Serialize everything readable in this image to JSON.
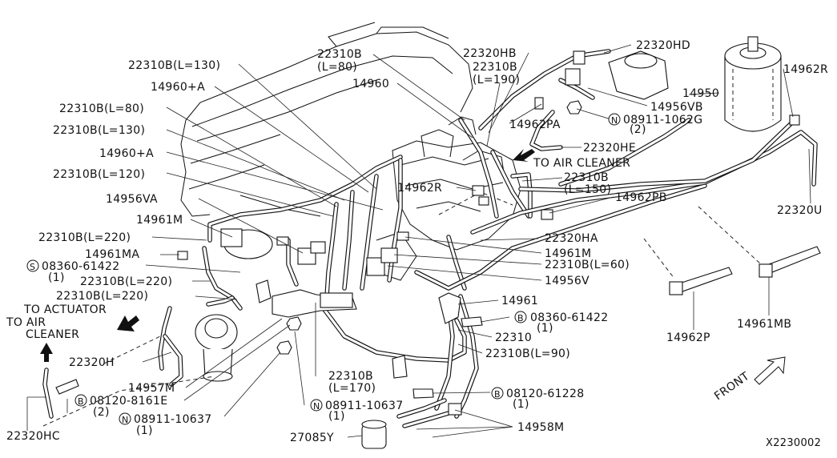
{
  "labels": {
    "l1": "22310B(L=130)",
    "l2": "14960+A",
    "l3": "22310B(L=80)",
    "l4": "22310B(L=130)",
    "l5": "14960+A",
    "l6": "22310B(L=120)",
    "l7": "14956VA",
    "l8": "14961M",
    "l9": "22310B(L=220)",
    "l10": "14961MA",
    "l11_code": "S",
    "l11": "08360-61422",
    "l11q": "(1)",
    "l12": "22310B(L=220)",
    "l13": "22310B(L=220)",
    "l14": "TO ACTUATOR",
    "l15a": "TO AIR",
    "l15b": "CLEANER",
    "l16": "22320H",
    "l17": "14957M",
    "l18_code": "B",
    "l18": "08120-8161E",
    "l18q": "(2)",
    "l19_code": "N",
    "l19": "08911-10637",
    "l19q": "(1)",
    "l20": "22320HC",
    "t1a": "22310B",
    "t1b": "(L=80)",
    "t2": "14960",
    "t3": "22320HB",
    "t4a": "22310B",
    "t4b": "(L=190)",
    "t5": "22320HD",
    "t6": "14950",
    "t7": "14962R",
    "t8": "14956VB",
    "t9_code": "N",
    "t9": "08911-1062G",
    "t9q": "(2)",
    "t10": "14962PA",
    "t11": "22320HE",
    "t12": "TO AIR CLEANER",
    "m1": "14962R",
    "m2a": "22310B",
    "m2b": "(L=150)",
    "m3": "14962PB",
    "m4": "22320U",
    "m5": "22320HA",
    "m6": "14961M",
    "m7": "22310B(L=60)",
    "m8": "14956V",
    "m9": "14961",
    "m10_code": "B",
    "m10": "08360-61422",
    "m10q": "(1)",
    "m11": "22310",
    "m12": "22310B(L=90)",
    "m13a": "22310B",
    "m13b": "(L=170)",
    "m14_code": "N",
    "m14": "08911-10637",
    "m14q": "(1)",
    "m15_code": "B",
    "m15": "08120-61228",
    "m15q": "(1)",
    "m16": "14958M",
    "m17": "27085Y",
    "r1": "14962P",
    "r2": "14961MB",
    "front": "FRONT",
    "ref": "X2230002"
  }
}
